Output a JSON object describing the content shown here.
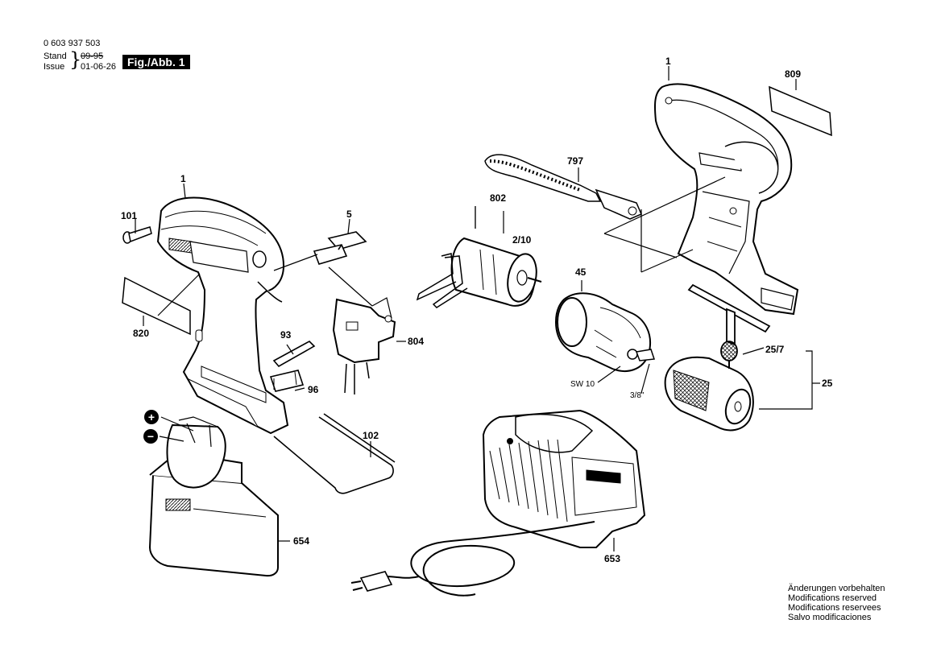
{
  "header": {
    "part_number": "0 603 937 503",
    "stand_label": "Stand",
    "issue_label": "Issue",
    "old_date": "09-95",
    "new_date": "01-06-26",
    "figure": "Fig./Abb. 1"
  },
  "parts": {
    "p1a": "1",
    "p1b": "1",
    "p5": "5",
    "p101": "101",
    "p820": "820",
    "p93": "93",
    "p96": "96",
    "p804": "804",
    "p802": "802",
    "p210": "2/10",
    "p45": "45",
    "p797": "797",
    "p809": "809",
    "p257": "25/7",
    "p25": "25",
    "sw10": "SW 10",
    "thread": "3/8\"",
    "p102": "102",
    "p654": "654",
    "p653": "653",
    "plus": "+",
    "minus": "−"
  },
  "notes": {
    "de": "Änderungen vorbehalten",
    "en": "Modifications reserved",
    "fr": "Modifications reservees",
    "es": "Salvo modificaciones"
  }
}
